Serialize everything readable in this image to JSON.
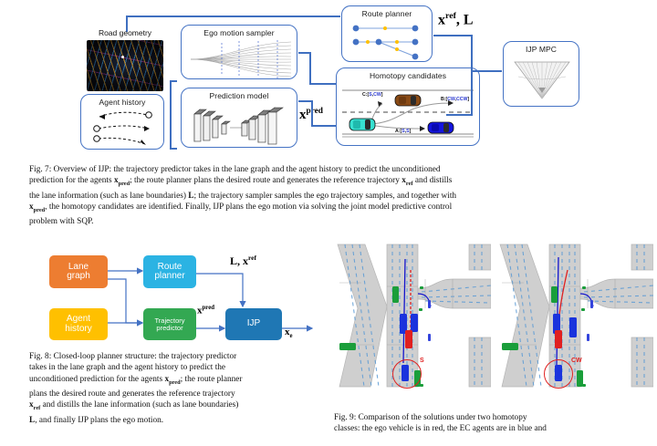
{
  "figure7": {
    "boxes": {
      "road_geometry": "Road geometry",
      "agent_history": "Agent history",
      "ego_motion_sampler": "Ego motion sampler",
      "prediction_model": "Prediction model",
      "route_planner": "Route planner",
      "homotopy_candidates": "Homotopy candidates",
      "ijp_mpc": "IJP MPC"
    },
    "homotopy_labels": {
      "c": "C:[S,CW]",
      "b": "B:[CW,CCW]",
      "a": "A:[S,S]",
      "c_prefix": "C:[",
      "c_v1": "S",
      "c_sep": ",",
      "c_v2": "CW",
      "c_suffix": "]",
      "b_prefix": "B:[",
      "b_v1": "CW",
      "b_sep": ",",
      "b_v2": "CCW",
      "b_suffix": "]",
      "a_prefix": "A:[",
      "a_v1": "S",
      "a_sep": ",",
      "a_v2": "S",
      "a_suffix": "]"
    },
    "signals": {
      "x_pred_base": "x",
      "x_pred_sup": "pred",
      "x_ref_base": "x",
      "x_ref_sup": "ref",
      "l_label": ", L"
    },
    "caption": "Fig. 7: Overview of IJP: the trajectory predictor takes in the lane graph and the agent history to predict the unconditioned prediction for the agents xpred; the route planner plans the desired route and generates the reference trajectory xref and distills the lane information (such as lane boundaries) L; the trajectory sampler samples the ego trajectory samples, and together with xpred, the homotopy candidates are identified. Finally, IJP plans the ego motion via solving the joint model predictive control problem with SQP.",
    "caption_parts": {
      "l1": "Fig. 7: Overview of IJP: the trajectory predictor takes in the lane graph and the agent history to predict the unconditioned",
      "l2a": "prediction for the agents ",
      "l2b": "x",
      "l2c": "pred",
      "l2d": "; the route planner plans the desired route and generates the reference trajectory ",
      "l2e": "x",
      "l2f": "ref",
      "l2g": " and distills",
      "l3a": "the lane information (such as lane boundaries) ",
      "l3b": "L",
      "l3c": "; the trajectory sampler samples the ego trajectory samples, and together with",
      "l4a": "x",
      "l4b": "pred",
      "l4c": ", the homotopy candidates are identified. Finally, IJP plans the ego motion via solving the joint model predictive control",
      "l5": "problem with SQP."
    }
  },
  "figure8": {
    "boxes": [
      {
        "id": "lane-graph",
        "label_line1": "Lane",
        "label_line2": "graph",
        "color": "#ED7D31"
      },
      {
        "id": "route-planner",
        "label_line1": "Route",
        "label_line2": "planner",
        "color": "#2BB3E3"
      },
      {
        "id": "agent-history",
        "label_line1": "Agent",
        "label_line2": "history",
        "color": "#FFC000"
      },
      {
        "id": "trajectory-predictor",
        "label_line1": "Trajectory",
        "label_line2": "predictor",
        "color": "#33A852"
      },
      {
        "id": "ijp",
        "label_line1": "IJP",
        "label_line2": "",
        "color": "#1F77B4"
      }
    ],
    "signals": {
      "l_xref": "L,  x",
      "l_xref_sup": "ref",
      "x_pred": "x",
      "x_pred_sup": "pred",
      "x_e": "x",
      "x_e_sub": "e"
    },
    "caption_parts": {
      "l1": "Fig. 8: Closed-loop planner structure: the trajectory predictor",
      "l2": "takes in the lane graph and the agent history to predict the",
      "l3a": "unconditioned prediction for the agents ",
      "l3b": "x",
      "l3c": "pred",
      "l3d": "; the route planner",
      "l4": "plans the desired route and generates the reference trajectory",
      "l5a": "x",
      "l5b": "ref",
      "l5c": " and distills the lane information (such as lane boundaries)",
      "l6a": "L",
      "l6b": ", and finally IJP plans the ego motion."
    }
  },
  "figure9": {
    "left_scene_label": "S",
    "right_scene_label": "CW",
    "caption_parts": {
      "l1": "Fig. 9: Comparison of the solutions under two homotopy",
      "l2": "classes: the ego vehicle is in red, the EC agents are in blue and"
    }
  },
  "colors": {
    "connector_blue": "#3f6fc0",
    "box_border_blue": "#4573c4",
    "ego_vehicle_red": "#e02020",
    "agent_blue": "#2233cc",
    "mc_agent_green": "#1f9e3a",
    "homotopy_label_blue": "#2a38d0"
  }
}
